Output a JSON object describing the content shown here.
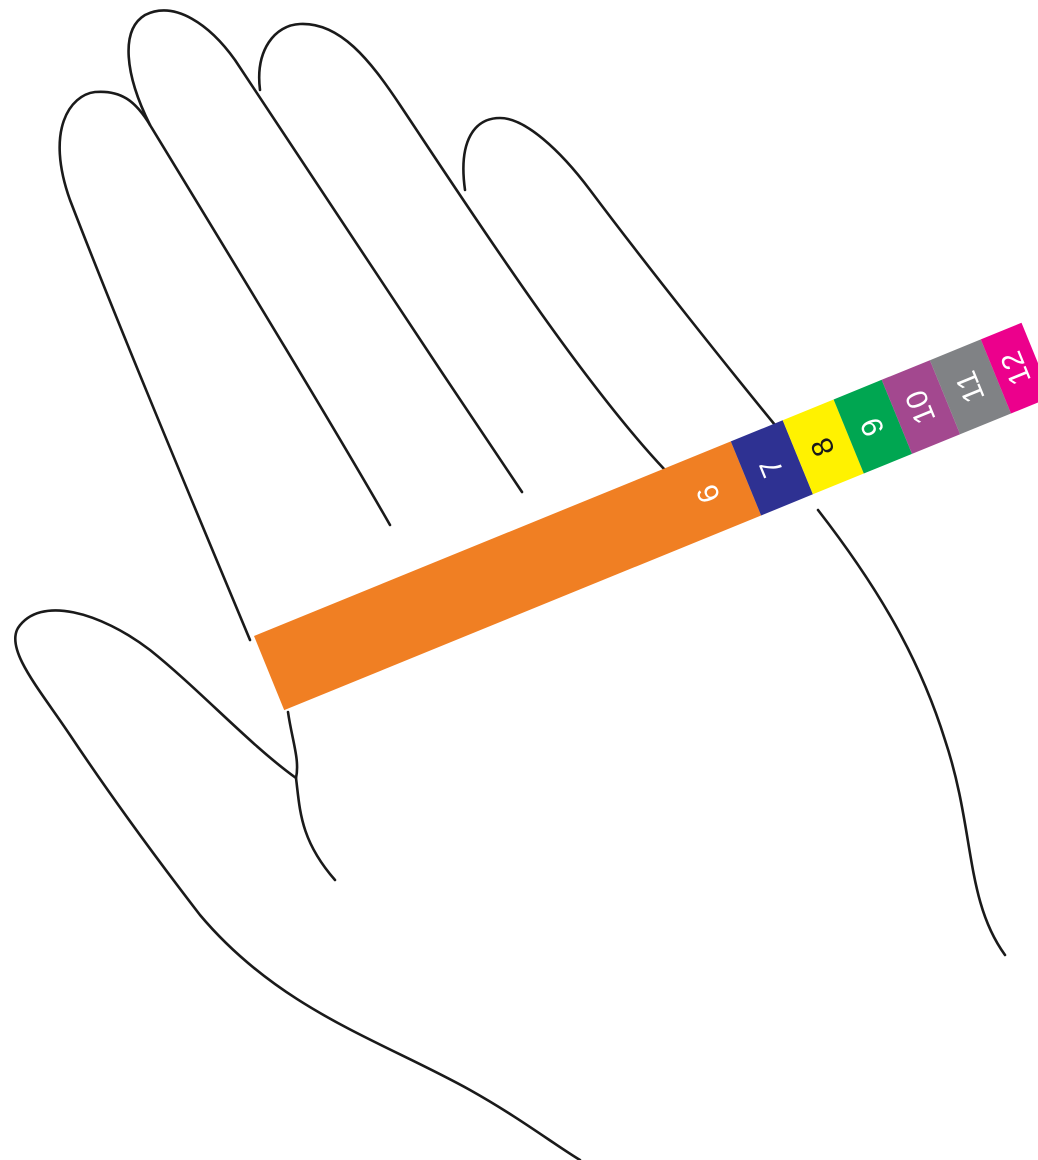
{
  "ruler": {
    "segments": [
      {
        "label": "6",
        "color": "#f07f23",
        "text_color": "#ffffff"
      },
      {
        "label": "7",
        "color": "#2e3192",
        "text_color": "#ffffff"
      },
      {
        "label": "8",
        "color": "#fff200",
        "text_color": "#1a1a1a"
      },
      {
        "label": "9",
        "color": "#00a651",
        "text_color": "#ffffff"
      },
      {
        "label": "10",
        "color": "#a3488f",
        "text_color": "#ffffff"
      },
      {
        "label": "11",
        "color": "#808285",
        "text_color": "#ffffff"
      },
      {
        "label": "12",
        "color": "#ec008c",
        "text_color": "#ffffff"
      }
    ]
  },
  "hand": {
    "outline_color": "#1a1a1a"
  }
}
